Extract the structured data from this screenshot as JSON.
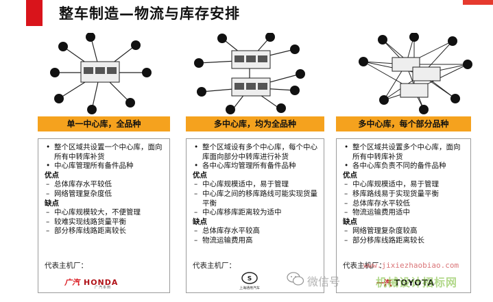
{
  "title": "整车制造—物流与库存安排",
  "columns": [
    {
      "header": "单一中心库，全品种",
      "lines": [
        {
          "t": "b",
          "text": "整个区域共设置一个中心库，面向所有中转库补货"
        },
        {
          "t": "b",
          "text": "中心库管理所有备件品种"
        },
        {
          "t": "s",
          "text": "优点"
        },
        {
          "t": "d",
          "text": "总体库存水平较低"
        },
        {
          "t": "d",
          "text": "网络管理复杂度低"
        },
        {
          "t": "s",
          "text": "缺点"
        },
        {
          "t": "d",
          "text": "中心库规模较大，不便管理"
        },
        {
          "t": "d",
          "text": "较难实现线路货量平衡"
        },
        {
          "t": "d",
          "text": "部分移库线路距离较长"
        }
      ],
      "rep_label": "代表主机厂：",
      "logo": {
        "mark": "广汽",
        "brand": "HONDA",
        "sub": "广汽本田"
      }
    },
    {
      "header": "多中心库，均为全品种",
      "lines": [
        {
          "t": "b",
          "text": "整个区域设有多个中心库，每个中心库面向部分中转库进行补货"
        },
        {
          "t": "b",
          "text": "各中心库均管理所有备件品种"
        },
        {
          "t": "s",
          "text": "优点"
        },
        {
          "t": "d",
          "text": "中心库规模适中，易于管理"
        },
        {
          "t": "d",
          "text": "中心库之间的移库路线可能实现货量平衡"
        },
        {
          "t": "d",
          "text": "中心库移库距离较为适中"
        },
        {
          "t": "s",
          "text": "缺点"
        },
        {
          "t": "d",
          "text": "总体库存水平较高"
        },
        {
          "t": "d",
          "text": "物流运输费用高"
        }
      ],
      "rep_label": "代表主机厂：",
      "logo": {
        "sub": "上海通用汽车"
      }
    },
    {
      "header": "多中心库，每个部分品种",
      "lines": [
        {
          "t": "b",
          "text": "整个区域共设置多个中心库，面向所有中转库补货"
        },
        {
          "t": "b",
          "text": "各中心库负责不同的备件品种"
        },
        {
          "t": "s",
          "text": "优点"
        },
        {
          "t": "d",
          "text": "中心库规模适中，易于管理"
        },
        {
          "t": "d",
          "text": "移库路线易于实现货量平衡"
        },
        {
          "t": "d",
          "text": "总体库存水平较低"
        },
        {
          "t": "d",
          "text": "物流运输费用适中"
        },
        {
          "t": "s",
          "text": "缺点"
        },
        {
          "t": "d",
          "text": "网络管理复杂度较高"
        },
        {
          "t": "d",
          "text": "部分移库线路距离较长"
        }
      ],
      "rep_label": "代表主机厂：",
      "logo": {
        "mark": "一汽",
        "brand": "TOYOTA"
      }
    }
  ],
  "watermarks": {
    "url": "www.jixiezhaobiao.com",
    "brand": "机械设计招标网",
    "wechat": "微信号"
  },
  "colors": {
    "accent": "#f5a21e",
    "title_mark": "#d9141b"
  }
}
